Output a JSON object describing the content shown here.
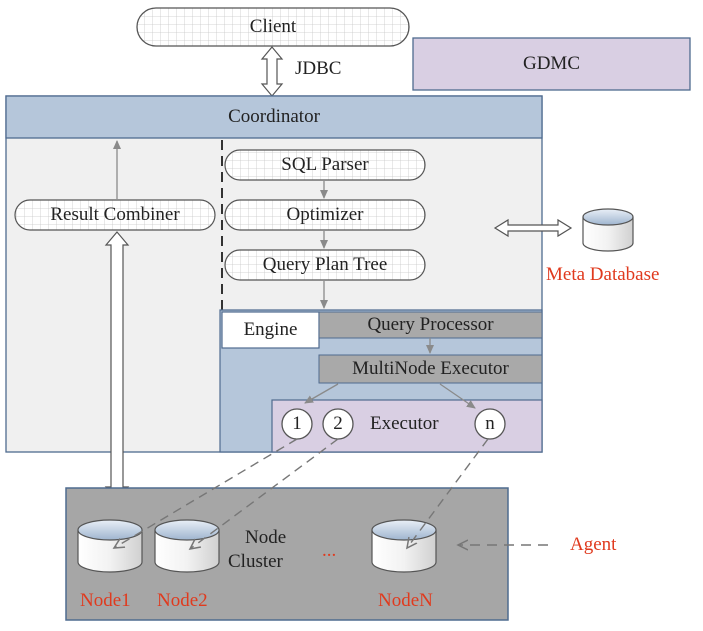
{
  "client": {
    "label": "Client"
  },
  "jdbc": {
    "label": "JDBC"
  },
  "gdmc": {
    "label": "GDMC"
  },
  "coordinator": {
    "title": "Coordinator",
    "result_combiner": "Result Combiner",
    "sql_parser": "SQL Parser",
    "optimizer": "Optimizer",
    "query_plan_tree": "Query Plan Tree",
    "engine": "Engine",
    "query_processor": "Query Processor",
    "multinode_executor": "MultiNode Executor",
    "executor": {
      "label": "Executor",
      "slots": [
        "1",
        "2",
        "n"
      ]
    }
  },
  "meta_database": {
    "label": "Meta Database"
  },
  "node_cluster": {
    "label_line1": "Node",
    "label_line2": "Cluster",
    "ellipsis": "...",
    "nodes": [
      "Node1",
      "Node2",
      "NodeN"
    ]
  },
  "agent": {
    "label": "Agent"
  },
  "colors": {
    "panel_blue": "#b5c6da",
    "panel_border": "#4f6b8f",
    "purple": "#d9cfe3",
    "cluster_gray": "#a6a6a6",
    "bar_gray": "#a9a9a9",
    "label_red": "#e03a1e"
  }
}
